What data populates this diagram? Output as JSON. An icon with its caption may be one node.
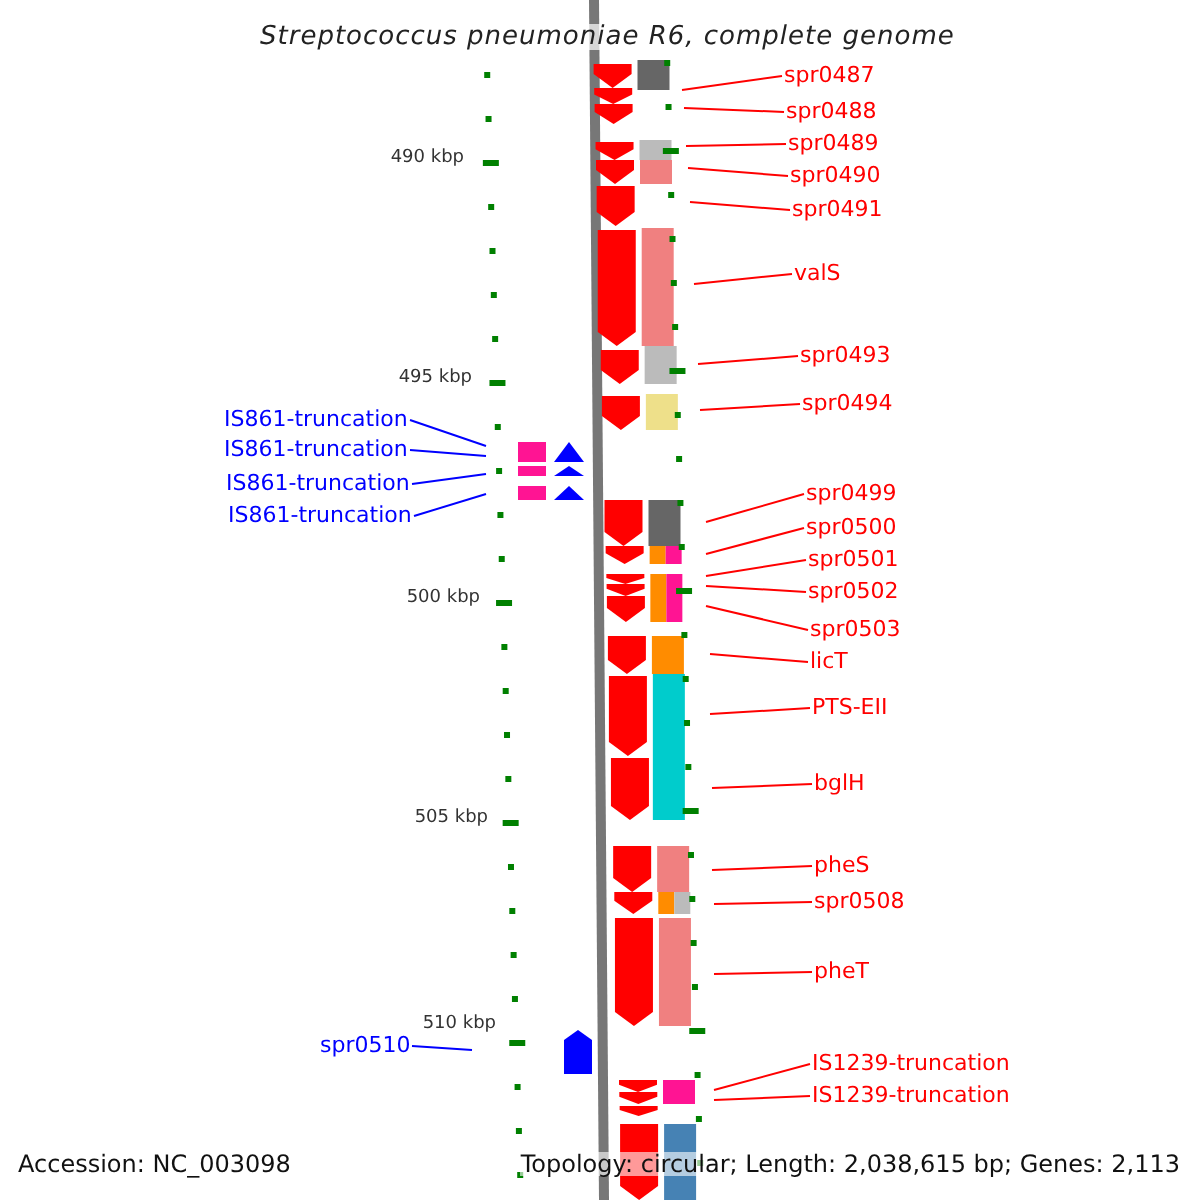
{
  "diagram": {
    "title": "Streptococcus pneumoniae R6, complete genome",
    "nodes": [
      {
        "text": [
          "spr0487"
        ]
      },
      {
        "text": [
          "spr0488"
        ]
      },
      {
        "text": [
          "spr0489"
        ]
      },
      {
        "text": [
          "spr0490"
        ]
      },
      {
        "text": [
          "spr0491"
        ]
      },
      {
        "text": [
          "valS"
        ]
      },
      {
        "text": [
          "spr0493"
        ]
      },
      {
        "text": [
          "spr0494"
        ]
      },
      {
        "text": [
          "IS861-truncation"
        ]
      },
      {
        "text": [
          "IS861-truncation"
        ]
      },
      {
        "text": [
          "IS861-truncation"
        ]
      },
      {
        "text": [
          "IS861-truncation"
        ]
      },
      {
        "text": [
          "spr0499"
        ]
      },
      {
        "text": [
          "spr0500"
        ]
      },
      {
        "text": [
          "spr0501"
        ]
      },
      {
        "text": [
          "spr0502"
        ]
      },
      {
        "text": [
          "spr0503"
        ]
      },
      {
        "text": [
          "licT"
        ]
      },
      {
        "text": [
          "PTS-EII"
        ]
      },
      {
        "text": [
          "bglH"
        ]
      },
      {
        "text": [
          "pheS"
        ]
      },
      {
        "text": [
          "spr0508"
        ]
      },
      {
        "text": [
          "pheT"
        ]
      },
      {
        "text": [
          "spr0510"
        ]
      },
      {
        "text": [
          "IS1239-truncation"
        ]
      },
      {
        "text": [
          "IS1239-truncation"
        ]
      }
    ],
    "edges": [
      {
        "from": 0,
        "to": null,
        "arrow": "none"
      },
      {
        "from": 1,
        "to": null,
        "arrow": "none"
      },
      {
        "from": 2,
        "to": null,
        "arrow": "none"
      },
      {
        "from": 3,
        "to": null,
        "arrow": "none"
      },
      {
        "from": 4,
        "to": null,
        "arrow": "none"
      },
      {
        "from": 5,
        "to": null,
        "arrow": "none"
      },
      {
        "from": 6,
        "to": null,
        "arrow": "none"
      },
      {
        "from": 7,
        "to": null,
        "arrow": "none"
      },
      {
        "from": 8,
        "to": null,
        "arrow": "none",
        "color": "#0000ff"
      },
      {
        "from": 9,
        "to": null,
        "arrow": "none",
        "color": "#0000ff"
      },
      {
        "from": 10,
        "to": null,
        "arrow": "none",
        "color": "#0000ff"
      },
      {
        "from": 11,
        "to": null,
        "arrow": "none",
        "color": "#0000ff"
      },
      {
        "from": 12,
        "to": null,
        "arrow": "none"
      },
      {
        "from": 13,
        "to": null,
        "arrow": "none"
      },
      {
        "from": 14,
        "to": null,
        "arrow": "none"
      },
      {
        "from": 15,
        "to": null,
        "arrow": "none"
      },
      {
        "from": 16,
        "to": null,
        "arrow": "none"
      },
      {
        "from": 17,
        "to": null,
        "arrow": "none"
      },
      {
        "from": 18,
        "to": null,
        "arrow": "none"
      },
      {
        "from": 19,
        "to": null,
        "arrow": "none"
      },
      {
        "from": 20,
        "to": null,
        "arrow": "none"
      },
      {
        "from": 21,
        "to": null,
        "arrow": "none"
      },
      {
        "from": 22,
        "to": null,
        "arrow": "none"
      },
      {
        "from": 23,
        "to": null,
        "arrow": "none",
        "color": "#0000ff"
      },
      {
        "from": 24,
        "to": null,
        "arrow": "none"
      },
      {
        "from": 25,
        "to": null,
        "arrow": "none"
      }
    ],
    "labels": [
      "490 kbp",
      "495 kbp",
      "500 kbp",
      "505 kbp",
      "510 kbp",
      "Accession: NC_003098",
      "Topology: circular; Length: 2,038,615 bp; Genes: 2,113"
    ]
  }
}
